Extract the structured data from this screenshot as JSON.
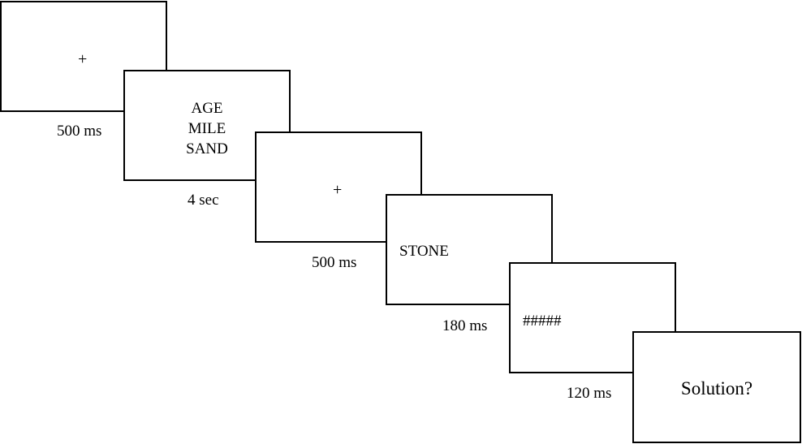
{
  "frames": [
    {
      "content": "+"
    },
    {
      "lines": [
        "AGE",
        "MILE",
        "SAND"
      ]
    },
    {
      "content": "+"
    },
    {
      "content": "STONE"
    },
    {
      "content": "#####"
    },
    {
      "content": "Solution?"
    }
  ],
  "durations": [
    "500 ms",
    "4 sec",
    "500 ms",
    "180 ms",
    "120 ms"
  ]
}
